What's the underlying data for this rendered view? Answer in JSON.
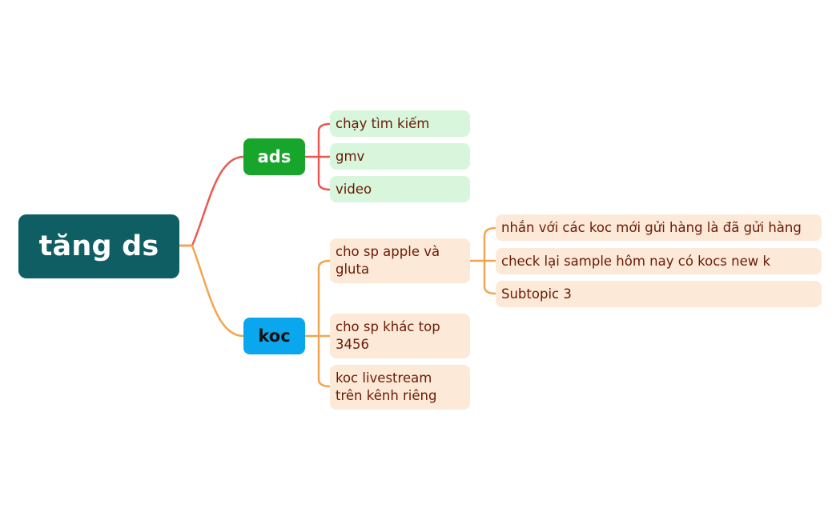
{
  "root": {
    "label": "tăng ds",
    "color": "#0e5e63"
  },
  "branches": [
    {
      "label": "ads",
      "color": "#17a52b",
      "line_color": "#e85a4f",
      "children": [
        "chạy tìm kiếm",
        "gmv",
        "video"
      ]
    },
    {
      "label": "koc",
      "color": "#0aa6ee",
      "line_color": "#f0a650",
      "children": [
        {
          "label": "cho sp apple và gluta",
          "children": [
            "nhắn với các koc mới gửi hàng là đã gửi hàng",
            "check lại sample hôm nay có kocs new k",
            "Subtopic 3"
          ]
        },
        {
          "label": "cho sp khác top 3456"
        },
        {
          "label": "koc livestream trên kênh riêng"
        }
      ]
    }
  ],
  "colors": {
    "leaf_green": "#d7f6dc",
    "leaf_peach": "#fde9d8",
    "leaf_text": "#6b1a06"
  }
}
